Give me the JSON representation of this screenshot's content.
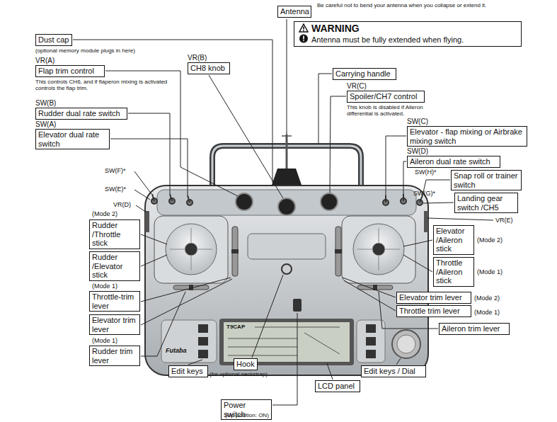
{
  "diagram": {
    "nodes": [
      {
        "text": [
          "Dust cap"
        ]
      },
      {
        "text": [
          "VR(A)",
          "Flap trim control"
        ]
      },
      {
        "text": [
          "VR(B)",
          "CH8 knob"
        ]
      },
      {
        "text": [
          "Antenna"
        ]
      },
      {
        "text": [
          "WARNING",
          "Antenna must be fully extended when flying."
        ]
      },
      {
        "text": [
          "Carrying handle"
        ]
      },
      {
        "text": [
          "SW(B)",
          "Rudder dual rate switch"
        ]
      },
      {
        "text": [
          "SW(A)",
          "Elevator dual rate switch"
        ]
      },
      {
        "text": [
          "VR(C)",
          "Spoiler/CH7 control"
        ]
      },
      {
        "text": [
          "SW(C)",
          "Elevator - flap mixing or Airbrake mixing switch"
        ]
      },
      {
        "text": [
          "SW(D)",
          "Aileron dual rate switch"
        ]
      },
      {
        "text": [
          "Snap roll or trainer switch"
        ]
      },
      {
        "text": [
          "Landing gear switch /CH5"
        ]
      },
      {
        "text": [
          "Rudder /Throttle stick"
        ]
      },
      {
        "text": [
          "Rudder /Elevator stick"
        ]
      },
      {
        "text": [
          "Elevator /Aileron stick"
        ]
      },
      {
        "text": [
          "Throttle /Aileron stick"
        ]
      },
      {
        "text": [
          "Throttle-trim lever"
        ]
      },
      {
        "text": [
          "Elevator trim lever"
        ]
      },
      {
        "text": [
          "Elevator trim lever"
        ]
      },
      {
        "text": [
          "Throttle trim lever"
        ]
      },
      {
        "text": [
          "Aileron trim lever"
        ]
      },
      {
        "text": [
          "Rudder trim lever"
        ]
      },
      {
        "text": [
          "Edit keys"
        ]
      },
      {
        "text": [
          "Hook"
        ]
      },
      {
        "text": [
          "LCD panel"
        ]
      },
      {
        "text": [
          "Edit keys / Dial"
        ]
      },
      {
        "text": [
          "Power switch"
        ]
      }
    ],
    "labels": [
      "(optional memory module plugs in here)",
      "This controls CH6, and if flaperon mixing is activated controls the flap trim.",
      "Be careful not to bend your antenna when you collapse or extend it.",
      "This knob is disabled if Aileron differential is activated.",
      "SW(F)*",
      "SW(E)*",
      "SW(H)*",
      "SW(G)*",
      "VR(D)",
      "VR(E)",
      "(Mode 2)",
      "(Mode 1)",
      "(Mode 2)",
      "(Mode 1)",
      "(Mode 1)",
      "(Mode 2)",
      "(Mode 1)",
      "(for optional neckstrap)",
      "(Up position: ON)",
      "T9CAP",
      "Futaba"
    ]
  }
}
